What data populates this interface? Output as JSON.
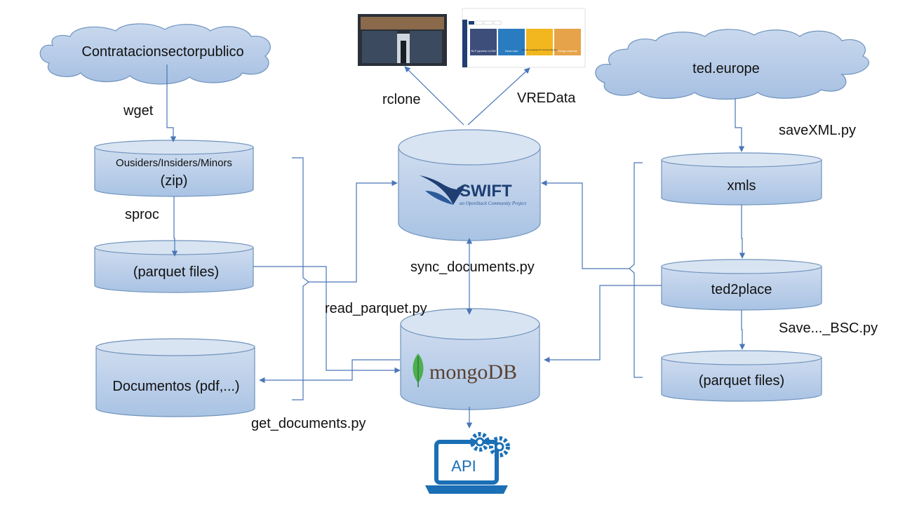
{
  "sources": {
    "left_cloud": "Contratacionsectorpublico",
    "right_cloud": "ted.europe"
  },
  "left_column": {
    "zip_store_line1": "Ousiders/Insiders/Minors",
    "zip_store_line2": "(zip)",
    "parquet_store": "(parquet files)",
    "documents_store": "Documentos (pdf,...)"
  },
  "right_column": {
    "xmls_store": "xmls",
    "ted2place_store": "ted2place",
    "parquet_store": "(parquet files)"
  },
  "center": {
    "swift_logo_text": "SWIFT",
    "swift_logo_subtext": "an OpenStack Community Project",
    "mongo_logo_text": "mongoDB",
    "api_label": "API"
  },
  "thumbnails": {
    "vre_tiles": [
      "NLP pipeline UC3M",
      "Demo tool",
      "Natural Language Processing Pipeline",
      "Mongo-express"
    ]
  },
  "edges": {
    "wget": "wget",
    "sproc": "sproc",
    "rclone": "rclone",
    "vredata": "VREData",
    "savexml": "saveXML.py",
    "sync_documents": "sync_documents.py",
    "read_parquet": "read_parquet.py",
    "save_bsc": "Save..._BSC.py",
    "get_documents": "get_documents.py"
  },
  "colors": {
    "accent": "#4a76b8",
    "cylinder_fill": "#bcd0ea",
    "cloud_fill": "#b7cde8",
    "mongo_green": "#4caf50",
    "api_blue": "#1a6fb5"
  }
}
